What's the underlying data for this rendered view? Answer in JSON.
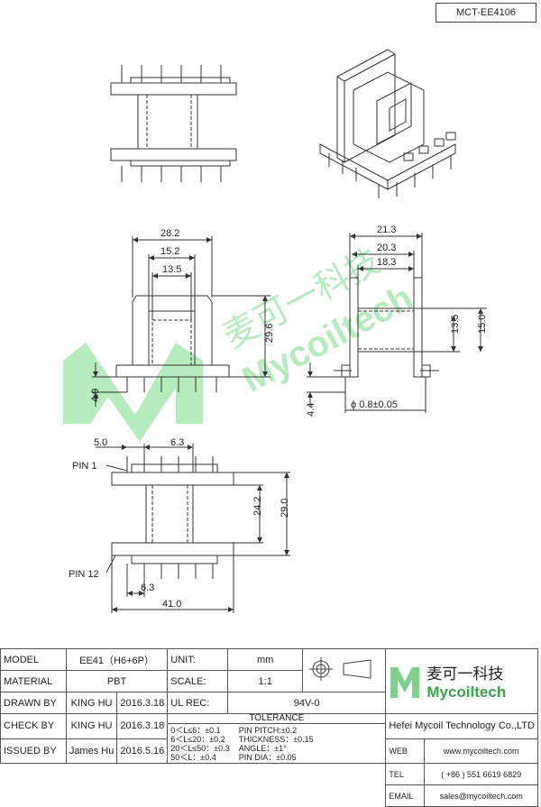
{
  "header": {
    "code": "MCT-EE4106"
  },
  "watermark": {
    "cn": "麦可一科技",
    "en": "Mycoiltech",
    "color": "#9ee6a8"
  },
  "dims": {
    "front_w": "28.2",
    "front_m": "15.2",
    "front_in": "13.5",
    "front_h": "29.6",
    "front_pin": "4.9",
    "side_a": "21.3",
    "side_b": "20.3",
    "side_c": "18.3",
    "side_h1": "13.5",
    "side_h2": "15.0",
    "side_pin": "4.4",
    "side_dia": "ϕ 0.8±0.05",
    "top_a": "5.0",
    "top_b": "6.3",
    "pin1": "PIN 1",
    "pin12": "PIN 12",
    "top_h1": "24.2",
    "top_h2": "29.0",
    "top_c": "6.3",
    "top_w": "41.0"
  },
  "title_block": {
    "model_label": "MODEL",
    "model_value": "EE41（H6+6P）",
    "unit_label": "UNIT:",
    "unit_value": "mm",
    "material_label": "MATERIAL",
    "material_value": "PBT",
    "scale_label": "SCALE:",
    "scale_value": "1:1",
    "drawn_label": "DRAWN BY",
    "drawn_name": "KING HU",
    "drawn_date": "2016.3.18",
    "ul_label": "UL REC:",
    "ul_value": "94V-0",
    "tolerance_label": "TOLERANCE",
    "check_label": "CHECK BY",
    "check_name": "KING HU",
    "check_date": "2016.3.18",
    "issued_label": "ISSUED BY",
    "issued_name": "James Hu",
    "issued_date": "2016.5.16",
    "tol_left": [
      "0＜L≤6：±0.1",
      "6＜L≤20：±0.2",
      "20＜L≤50：±0.3",
      "50＜L：±0.4"
    ],
    "tol_right": [
      "PIN PITCH:±0.2",
      "THICKNESS：±0.15",
      "ANGLE：±1°",
      "PIN DIA：±0.05"
    ],
    "company_cn": "麦可一科技",
    "company_en": "Mycoiltech",
    "company_full": "Hefei Mycoil Technology Co.,LTD",
    "web_label": "WEB",
    "web_value": "www.mycoiltech.com",
    "tel_label": "TEL",
    "tel_value": "( +86 ) 551 6619 6829",
    "email_label": "EMAIL",
    "email_value": "sales@mycoiltech.com"
  }
}
